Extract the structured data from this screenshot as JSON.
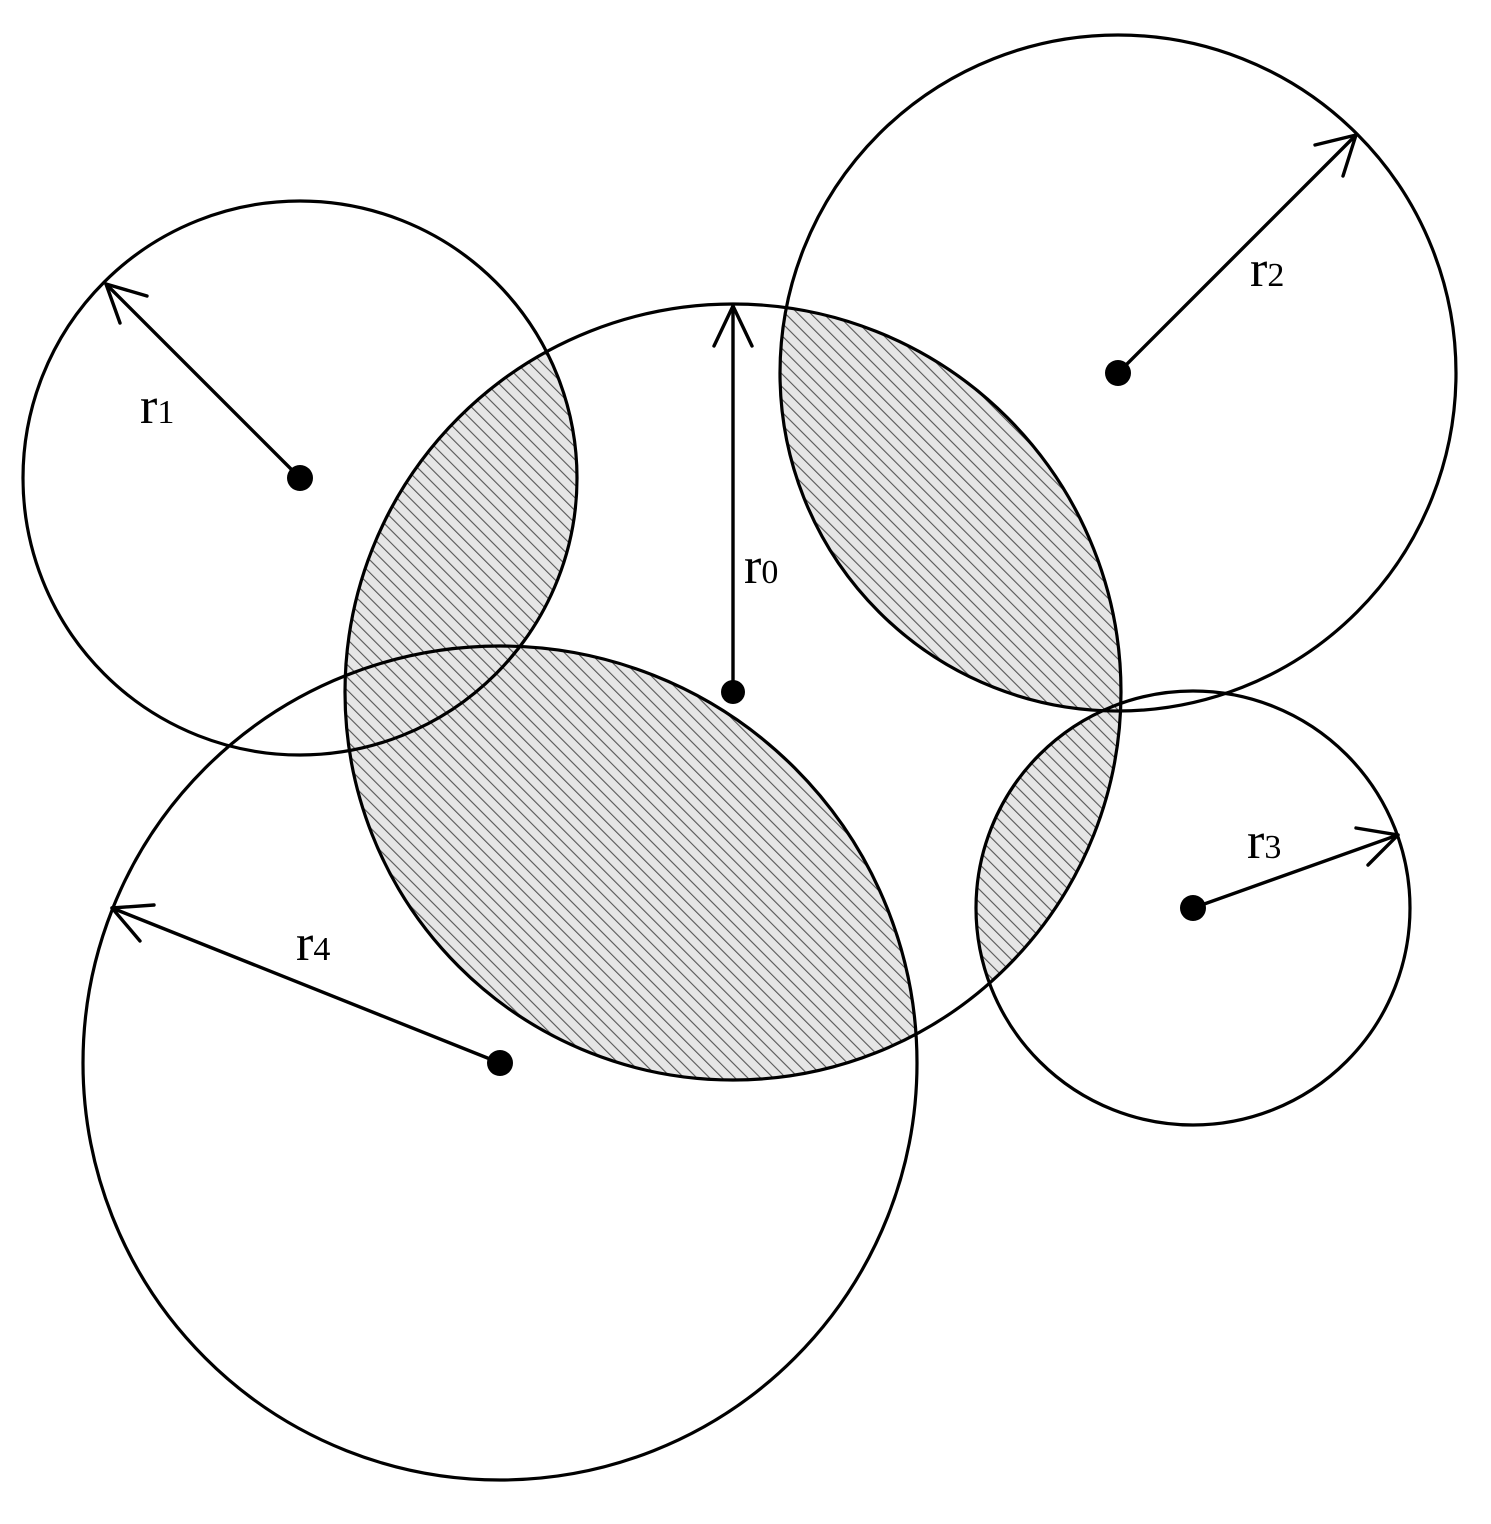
{
  "diagram": {
    "circles": [
      {
        "id": "c0",
        "label": "r",
        "subscript": "0"
      },
      {
        "id": "c1",
        "label": "r",
        "subscript": "1"
      },
      {
        "id": "c2",
        "label": "r",
        "subscript": "2"
      },
      {
        "id": "c3",
        "label": "r",
        "subscript": "3"
      },
      {
        "id": "c4",
        "label": "r",
        "subscript": "4"
      }
    ],
    "hatched_overlaps": [
      "c0-c1",
      "c0-c2",
      "c0-c3",
      "c0-c4"
    ],
    "colors": {
      "stroke": "#000000",
      "hatch_background": "#e6e6e6",
      "hatch_line": "#555555",
      "background": "#ffffff"
    }
  }
}
